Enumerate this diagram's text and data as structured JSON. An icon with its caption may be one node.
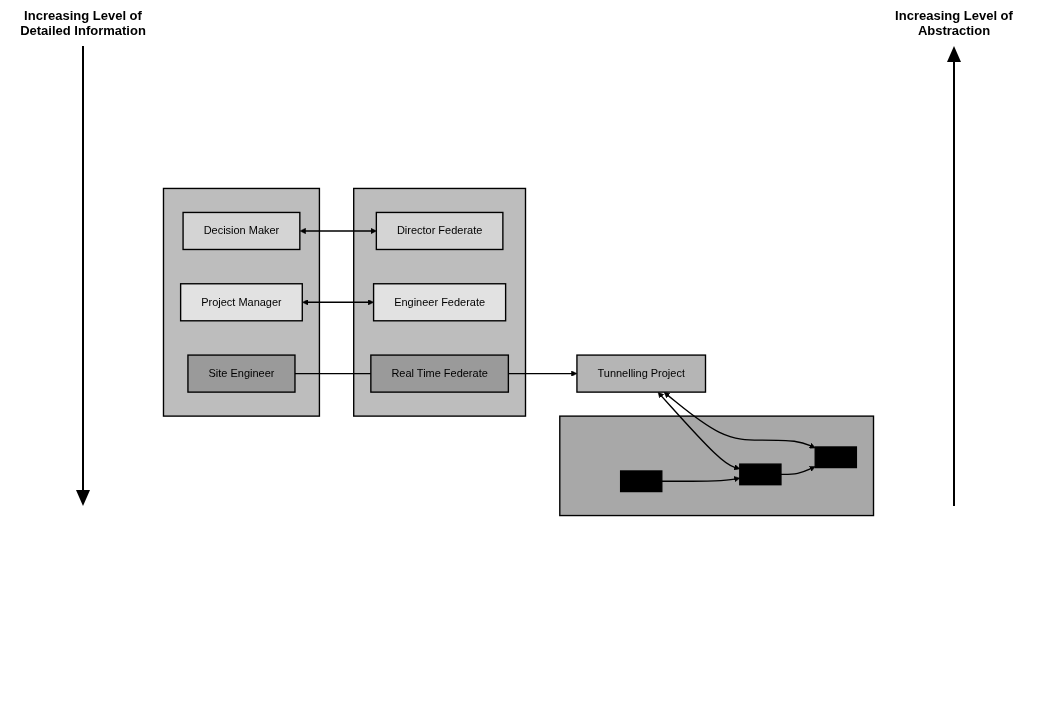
{
  "diagram": {
    "nodes": [
      {
        "text": [],
        "shape": "box"
      },
      {
        "text": [
          "Decision Maker"
        ],
        "in": 0
      },
      {
        "text": [
          "Project Manager"
        ],
        "in": 0
      },
      {
        "text": [
          "Site Engineer"
        ],
        "in": 0
      },
      {
        "text": [],
        "shape": "box"
      },
      {
        "text": [
          "Director Federate"
        ],
        "in": 4
      },
      {
        "text": [
          "Engineer Federate"
        ],
        "in": 4
      },
      {
        "text": [
          "Real Time Federate"
        ],
        "in": 4
      },
      {
        "text": [
          "Tunnelling Project"
        ]
      },
      {
        "text": [],
        "shape": "box"
      },
      {
        "text": [],
        "shape": "box",
        "in": 9
      },
      {
        "text": [],
        "shape": "box",
        "in": 9
      },
      {
        "text": [],
        "shape": "box",
        "in": 9
      }
    ],
    "edges": [
      {
        "from": 1,
        "to": 5,
        "arrow": "both"
      },
      {
        "from": 6,
        "to": 2,
        "arrow": "both"
      },
      {
        "from": 3,
        "to": 7,
        "arrow": "none"
      },
      {
        "from": 7,
        "to": 8,
        "arrow": "to"
      },
      {
        "from": 8,
        "to": 10,
        "arrow": "both"
      },
      {
        "from": 8,
        "to": 11,
        "arrow": "both"
      },
      {
        "from": 11,
        "to": 10,
        "arrow": "to"
      },
      {
        "from": 12,
        "to": 11,
        "arrow": "to"
      }
    ],
    "labels": [
      "Increasing Level of Detailed Information",
      "Increasing Level of Abstraction"
    ]
  }
}
